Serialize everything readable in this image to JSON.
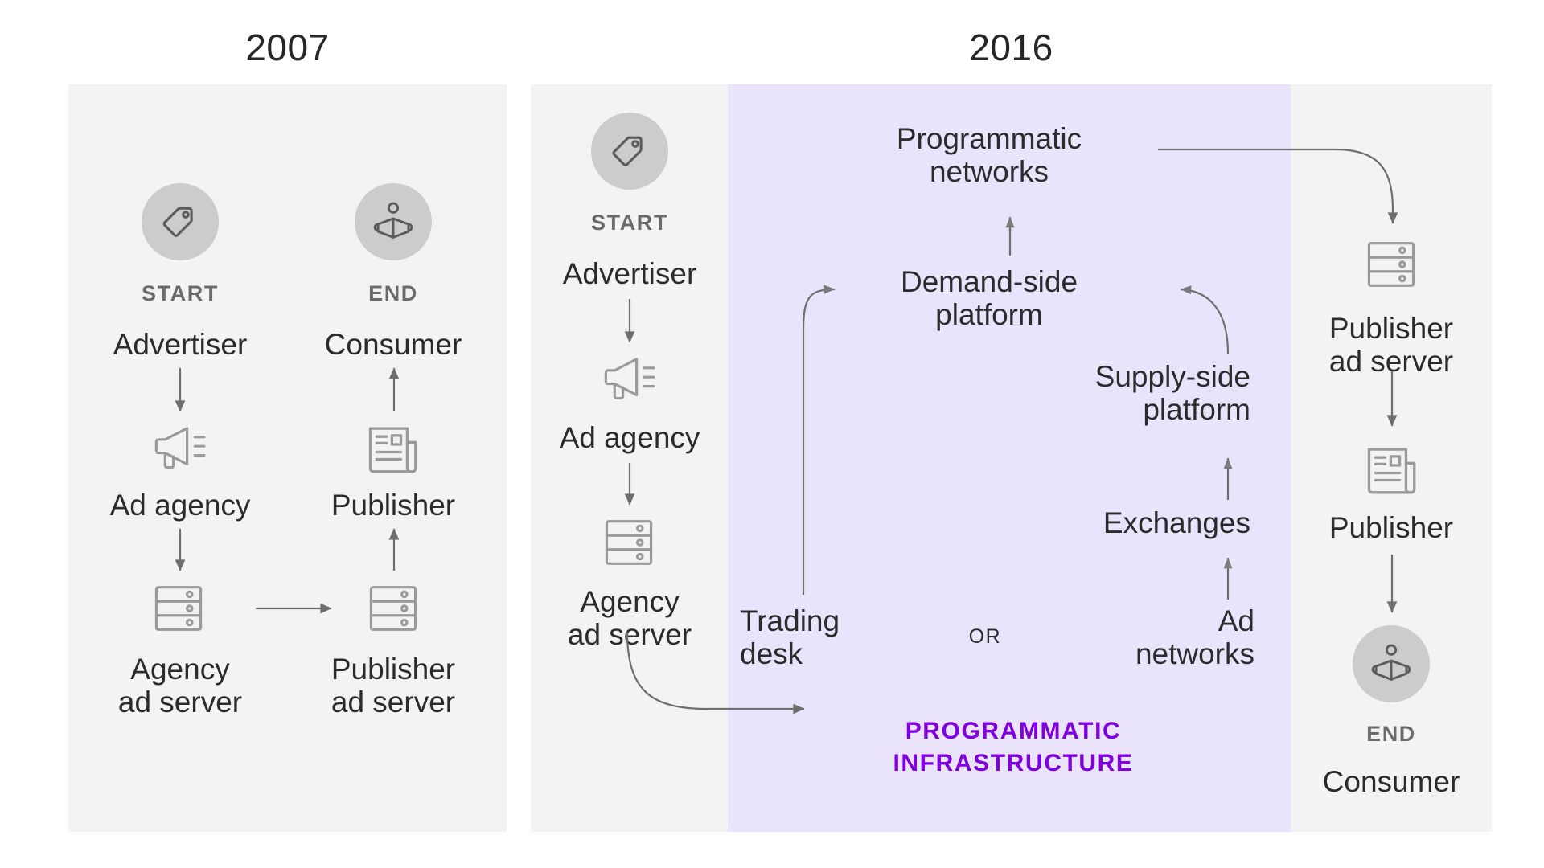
{
  "eras": {
    "left": {
      "title": "2007"
    },
    "right": {
      "title": "2016"
    }
  },
  "colors": {
    "panel_gray": "#f3f3f3",
    "panel_purple": "#e9e4fb",
    "badge_gray": "#cccccc",
    "icon_stroke": "#8a8a8a",
    "text": "#2b2b2b",
    "muted_text": "#6b6b6b",
    "programmatic_purple": "#8000e0",
    "page_background": "#ffffff"
  },
  "panel_2007": {
    "start_badge_label": "START",
    "end_badge_label": "END",
    "start_icon": "price-tag-icon",
    "end_icon": "reader-person-icon",
    "left_chain": [
      {
        "label": "Advertiser"
      },
      {
        "label": "Ad agency",
        "icon": "megaphone-icon"
      },
      {
        "label": "Agency\nad server",
        "icon": "server-rack-icon"
      }
    ],
    "right_chain": [
      {
        "label": "Consumer"
      },
      {
        "label": "Publisher",
        "icon": "newspaper-icon"
      },
      {
        "label": "Publisher\nad server",
        "icon": "server-rack-icon"
      }
    ],
    "flow_arrows": [
      "advertiser-down-to-megaphone",
      "ad-agency-down-to-agency-ad-server",
      "agency-ad-server-right-to-publisher-ad-server",
      "publisher-ad-server-up-to-newspaper",
      "publisher-up-to-consumer"
    ]
  },
  "panel_2016": {
    "left_column": {
      "start_badge_label": "START",
      "start_icon": "price-tag-icon",
      "chain": [
        {
          "label": "Advertiser"
        },
        {
          "label": "Ad agency",
          "icon": "megaphone-icon"
        },
        {
          "label": "Agency\nad server",
          "icon": "server-rack-icon"
        }
      ]
    },
    "programmatic_zone": {
      "banner": "PROGRAMMATIC\nINFRASTRUCTURE",
      "or_label": "OR",
      "nodes": [
        {
          "label": "Programmatic\nnetworks"
        },
        {
          "label": "Demand-side\nplatform"
        },
        {
          "label": "Supply-side\nplatform"
        },
        {
          "label": "Exchanges"
        },
        {
          "label": "Trading\ndesk"
        },
        {
          "label": "Ad\nnetworks"
        }
      ],
      "flow_arrows": [
        "trading-desk-curve-to-demand-side-platform",
        "demand-side-platform-up-to-programmatic-networks",
        "supply-side-platform-curve-to-demand-side-platform",
        "exchanges-up-to-supply-side-platform",
        "ad-networks-up-to-exchanges"
      ]
    },
    "right_column": {
      "end_badge_label": "END",
      "end_icon": "reader-person-icon",
      "chain": [
        {
          "label": "Publisher\nad server",
          "icon": "server-rack-icon"
        },
        {
          "label": "Publisher",
          "icon": "newspaper-icon"
        },
        {
          "label": "Consumer"
        }
      ],
      "flow_arrows": [
        "programmatic-networks-curve-to-publisher-ad-server",
        "publisher-ad-server-down-to-newspaper",
        "publisher-down-to-consumer-badge"
      ]
    },
    "cross_arrows": [
      "agency-ad-server-curve-to-programmatic-infrastructure"
    ]
  }
}
